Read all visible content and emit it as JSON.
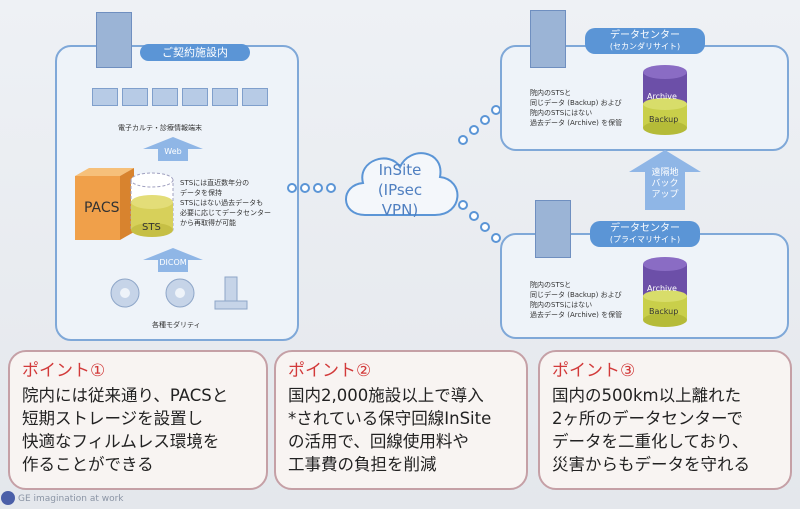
{
  "facility": {
    "title": "ご契約施設内",
    "terminals_label": "電子カルテ・診療情報端末",
    "web_label": "Web",
    "pacs_label": "PACS",
    "sts_label": "STS",
    "sts_note": [
      "STSには直近数年分の",
      "データを保持",
      "STSにはない過去データも",
      "必要に応じてデータセンター",
      "から再取得が可能"
    ],
    "dicom_label": "DICOM",
    "modality_label": "各種モダリティ"
  },
  "cloud": {
    "line1": "InSite",
    "line2": "(IPsec VPN)"
  },
  "dc_secondary": {
    "title": "データセンター",
    "subtitle": "(セカンダリサイト)",
    "note": [
      "院内のSTSと",
      "同じデータ (Backup) および",
      "院内のSTSにはない",
      "過去データ (Archive) を保管"
    ],
    "archive": "Archive",
    "backup": "Backup"
  },
  "dc_primary": {
    "title": "データセンター",
    "subtitle": "(プライマリサイト)",
    "note": [
      "院内のSTSと",
      "同じデータ (Backup) および",
      "院内のSTSにはない",
      "過去データ (Archive) を保管"
    ],
    "archive": "Archive",
    "backup": "Backup"
  },
  "remote_backup": [
    "遠隔地",
    "バック",
    "アップ"
  ],
  "points": [
    {
      "title": "ポイント①",
      "lines": [
        "院内には従来通り、PACSと",
        "短期ストレージを設置し",
        "快適なフィルムレス環境を",
        "作ることができる"
      ]
    },
    {
      "title": "ポイント②",
      "lines": [
        "国内2,000施設以上で導入",
        "*されている保守回線InSite",
        "の活用で、回線使用料や",
        "工事費の負担を削減"
      ]
    },
    {
      "title": "ポイント③",
      "lines": [
        "国内の500km以上離れた",
        "2ヶ所のデータセンターで",
        "データを二重化しており、",
        "災害からもデータを守れる"
      ]
    }
  ],
  "footer": "GE imagination at work",
  "colors": {
    "accent": "#5b95d6",
    "point_title": "#d23a3a",
    "pacs": "#f0a04a",
    "sts": "#d7d05a",
    "archive": "#6c4fa8",
    "backup": "#c9cf4a"
  }
}
